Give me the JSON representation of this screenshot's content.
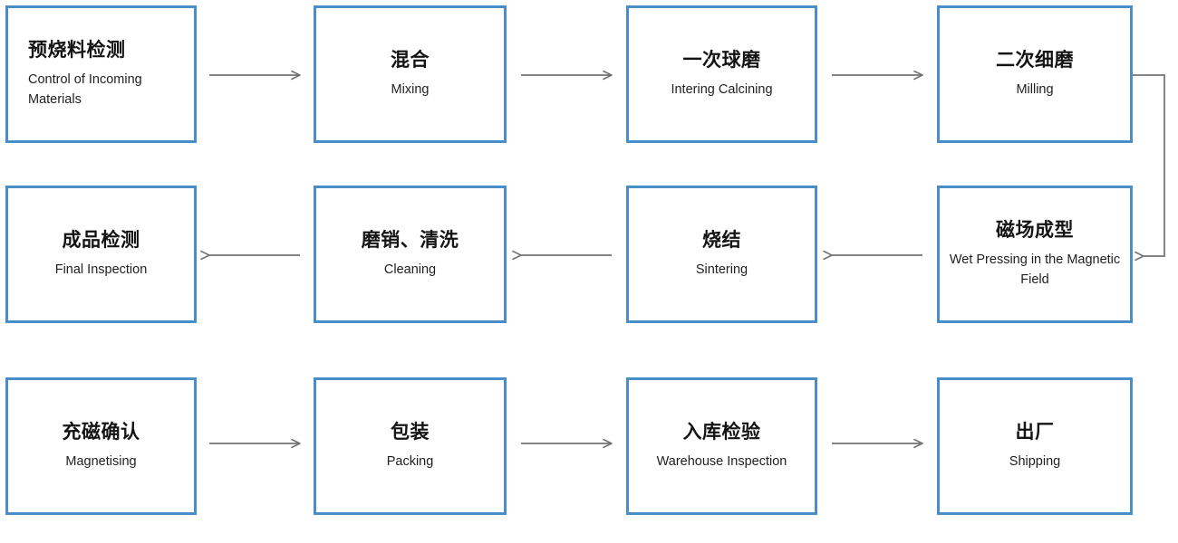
{
  "diagram": {
    "title_visible": false,
    "colors": {
      "node_border": "#4a8ec9",
      "node_fill": "#ffffff",
      "connector": "#737373",
      "title_text": "#141414",
      "subtitle_text": "#1f1f1f",
      "background": "#ffffff"
    },
    "nodes": [
      {
        "id": "incoming-material-control",
        "title": "预烧料检测",
        "subtitle": "Control of Incoming Materials",
        "row": 1,
        "col": 1
      },
      {
        "id": "mixing",
        "title": "混合",
        "subtitle": "Mixing",
        "row": 1,
        "col": 2
      },
      {
        "id": "intering-calcining",
        "title": "一次球磨",
        "subtitle": "Intering Calcining",
        "row": 1,
        "col": 3
      },
      {
        "id": "milling",
        "title": "二次细磨",
        "subtitle": "Milling",
        "row": 1,
        "col": 4
      },
      {
        "id": "final-inspection",
        "title": "成品检测",
        "subtitle": "Final Inspection",
        "row": 2,
        "col": 1
      },
      {
        "id": "cleaning",
        "title": "磨销、清洗",
        "subtitle": "Cleaning",
        "row": 2,
        "col": 2
      },
      {
        "id": "sintering",
        "title": "烧结",
        "subtitle": "Sintering",
        "row": 2,
        "col": 3
      },
      {
        "id": "wet-pressing",
        "title": "磁场成型",
        "subtitle": "Wet Pressing in the Magnetic Field",
        "row": 2,
        "col": 4
      },
      {
        "id": "magnetising",
        "title": "充磁确认",
        "subtitle": "Magnetising",
        "row": 3,
        "col": 1
      },
      {
        "id": "packing",
        "title": "包装",
        "subtitle": "Packing",
        "row": 3,
        "col": 2
      },
      {
        "id": "warehouse-inspection",
        "title": "入库检验",
        "subtitle": "Warehouse Inspection",
        "row": 3,
        "col": 3
      },
      {
        "id": "shipping",
        "title": "出厂",
        "subtitle": "Shipping",
        "row": 3,
        "col": 4
      }
    ],
    "connectors": [
      {
        "id": "arrow-incoming-to-mixing",
        "from": "incoming-material-control",
        "to": "mixing",
        "direction": "right"
      },
      {
        "id": "arrow-mixing-to-intering",
        "from": "mixing",
        "to": "intering-calcining",
        "direction": "right"
      },
      {
        "id": "arrow-intering-to-milling",
        "from": "intering-calcining",
        "to": "milling",
        "direction": "right"
      },
      {
        "id": "arrow-milling-to-wet-pressing",
        "from": "milling",
        "to": "wet-pressing",
        "direction": "wrap-down-left"
      },
      {
        "id": "arrow-wet-pressing-to-sintering",
        "from": "wet-pressing",
        "to": "sintering",
        "direction": "left"
      },
      {
        "id": "arrow-sintering-to-cleaning",
        "from": "sintering",
        "to": "cleaning",
        "direction": "left"
      },
      {
        "id": "arrow-cleaning-to-final-inspection",
        "from": "cleaning",
        "to": "final-inspection",
        "direction": "left"
      },
      {
        "id": "arrow-magnetising-to-packing",
        "from": "magnetising",
        "to": "packing",
        "direction": "right"
      },
      {
        "id": "arrow-packing-to-warehouse",
        "from": "packing",
        "to": "warehouse-inspection",
        "direction": "right"
      },
      {
        "id": "arrow-warehouse-to-shipping",
        "from": "warehouse-inspection",
        "to": "shipping",
        "direction": "right"
      }
    ]
  }
}
